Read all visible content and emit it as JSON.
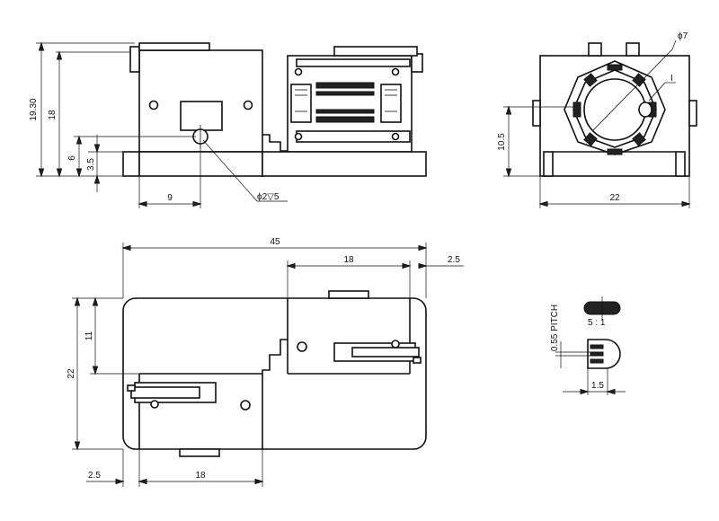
{
  "drawing": {
    "front_view": {
      "dim_total_height": "19.30",
      "dim_body_height": "18",
      "dim_hole_height": "6",
      "dim_foot_height": "3.5",
      "dim_hole_offset": "9",
      "dim_hole_callout": "ϕ2▽5"
    },
    "side_view": {
      "dim_diameter": "ϕ7",
      "dim_center_height": "10.5",
      "dim_width": "22"
    },
    "top_view": {
      "dim_total_length": "45",
      "dim_right_block": "18",
      "dim_right_offset": "2.5",
      "dim_total_width": "22",
      "dim_half_width": "11",
      "dim_left_offset": "2.5",
      "dim_left_block": "18"
    },
    "detail_view": {
      "dim_pitch": "0.55 PITCH",
      "dim_tip_width": "1.5",
      "section_label": "5 : 1"
    }
  }
}
